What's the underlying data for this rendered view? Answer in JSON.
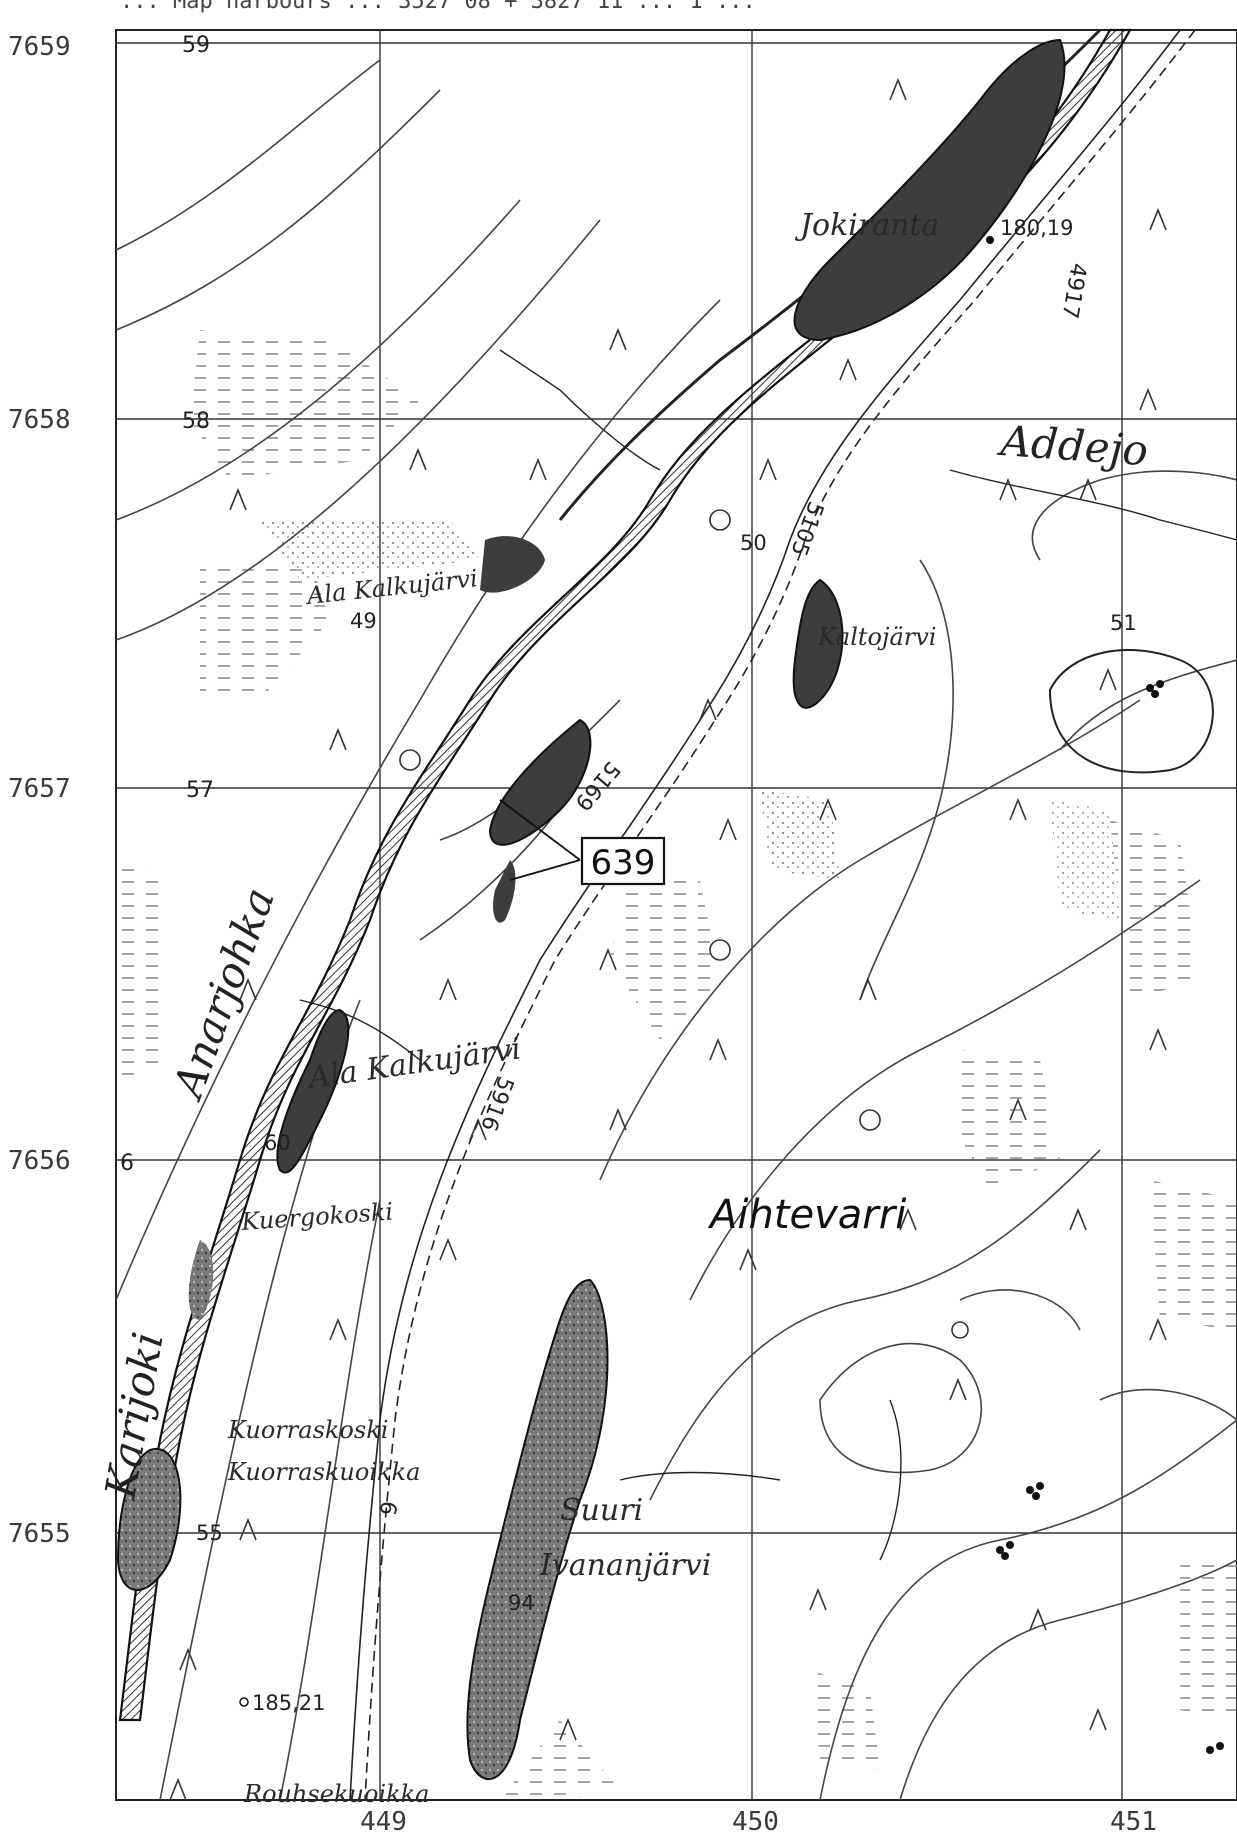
{
  "header_text": "... Map harbours ... 3527 08 + 3827 11 ... 1 ...",
  "northing_labels": [
    "7659",
    "7658",
    "7657",
    "7656",
    "7655"
  ],
  "easting_labels": [
    "449",
    "450",
    "451"
  ],
  "grid_minor_labels": [
    "59",
    "58",
    "57",
    "6"
  ],
  "route_number": "639",
  "place_names": {
    "jokiranta": "Jokiranta",
    "ala_kalkujarvi_n": "Ala Kalkujärvi",
    "kaltojarvi": "Kaltojärvi",
    "ala_kalkujarvi_s": "Ala Kalkujärvi",
    "kuergokoski": "Kuergokoski",
    "kuorraskoski": "Kuorraskoski",
    "kuorraskuoikka": "Kuorraskuoikka",
    "suuri": "Suuri",
    "ivananjarvi": "Ivananjärvi",
    "aihtevarri": "Aihtevarri",
    "rouhsekuoikka": "Rouhsekuoikka",
    "anarjohka": "Anarjohka",
    "karijoki": "Karijoki",
    "addejohka": "Addejo"
  },
  "elevations": [
    "180,19",
    "185,21",
    "50",
    "51",
    "49",
    "55",
    "94",
    "60"
  ],
  "road_labels": [
    "4917",
    "5105",
    "5169",
    "5916",
    "6"
  ],
  "colors": {
    "ink": "#1c1c1c",
    "water_dark": "#4a4a4a",
    "water_light": "#8c8c8c",
    "background": "#ffffff"
  }
}
